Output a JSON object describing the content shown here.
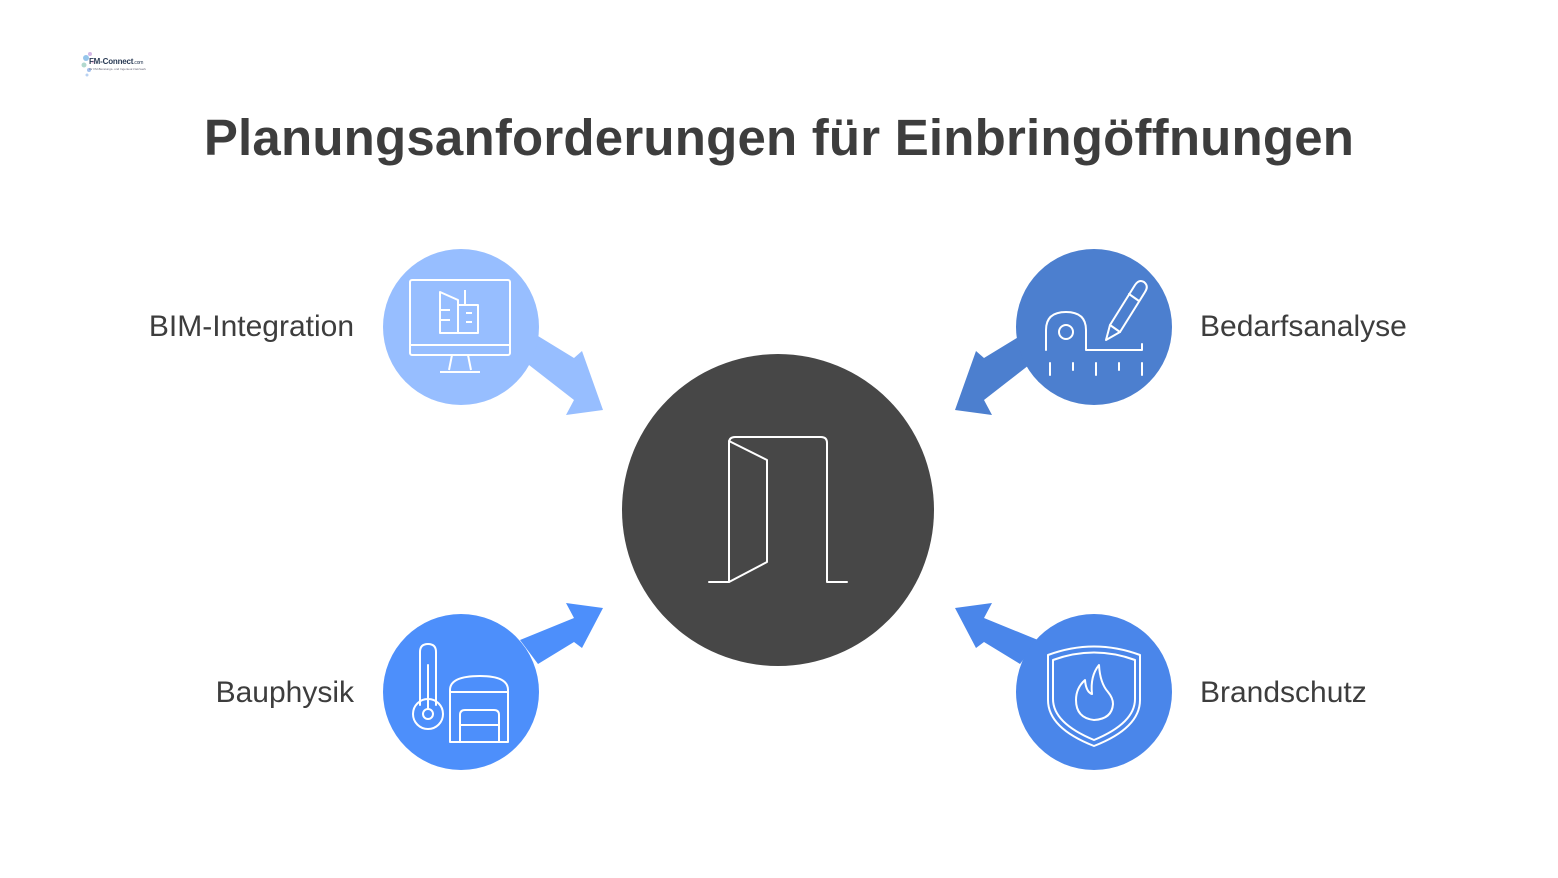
{
  "logo": {
    "brand": "FM-Connect",
    "domain": ".com",
    "tagline": "Ihr FM-Beratungs- und Ingenieur-Netzwerk"
  },
  "title": "Planungsanforderungen für Einbringöffnungen",
  "center": {
    "icon": "open-door-icon",
    "color": "#474747"
  },
  "nodes": [
    {
      "label": "BIM-Integration",
      "icon": "monitor-building-icon",
      "color": "#97BEFF"
    },
    {
      "label": "Bedarfsanalyse",
      "icon": "measuring-tape-pencil-icon",
      "color": "#4C7FCF"
    },
    {
      "label": "Bauphysik",
      "icon": "thermometer-building-icon",
      "color": "#4D8FFB"
    },
    {
      "label": "Brandschutz",
      "icon": "fire-shield-icon",
      "color": "#4A86EA"
    }
  ]
}
